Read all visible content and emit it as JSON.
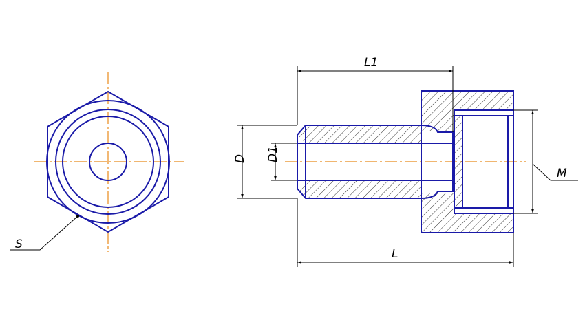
{
  "labels": {
    "s": "S",
    "l1": "L1",
    "l": "L",
    "d": "D",
    "d1": "D1",
    "m": "M"
  },
  "colors": {
    "object_line": "#1a1aa8",
    "center_line": "#e88a1a",
    "dimension_line": "#000000"
  }
}
